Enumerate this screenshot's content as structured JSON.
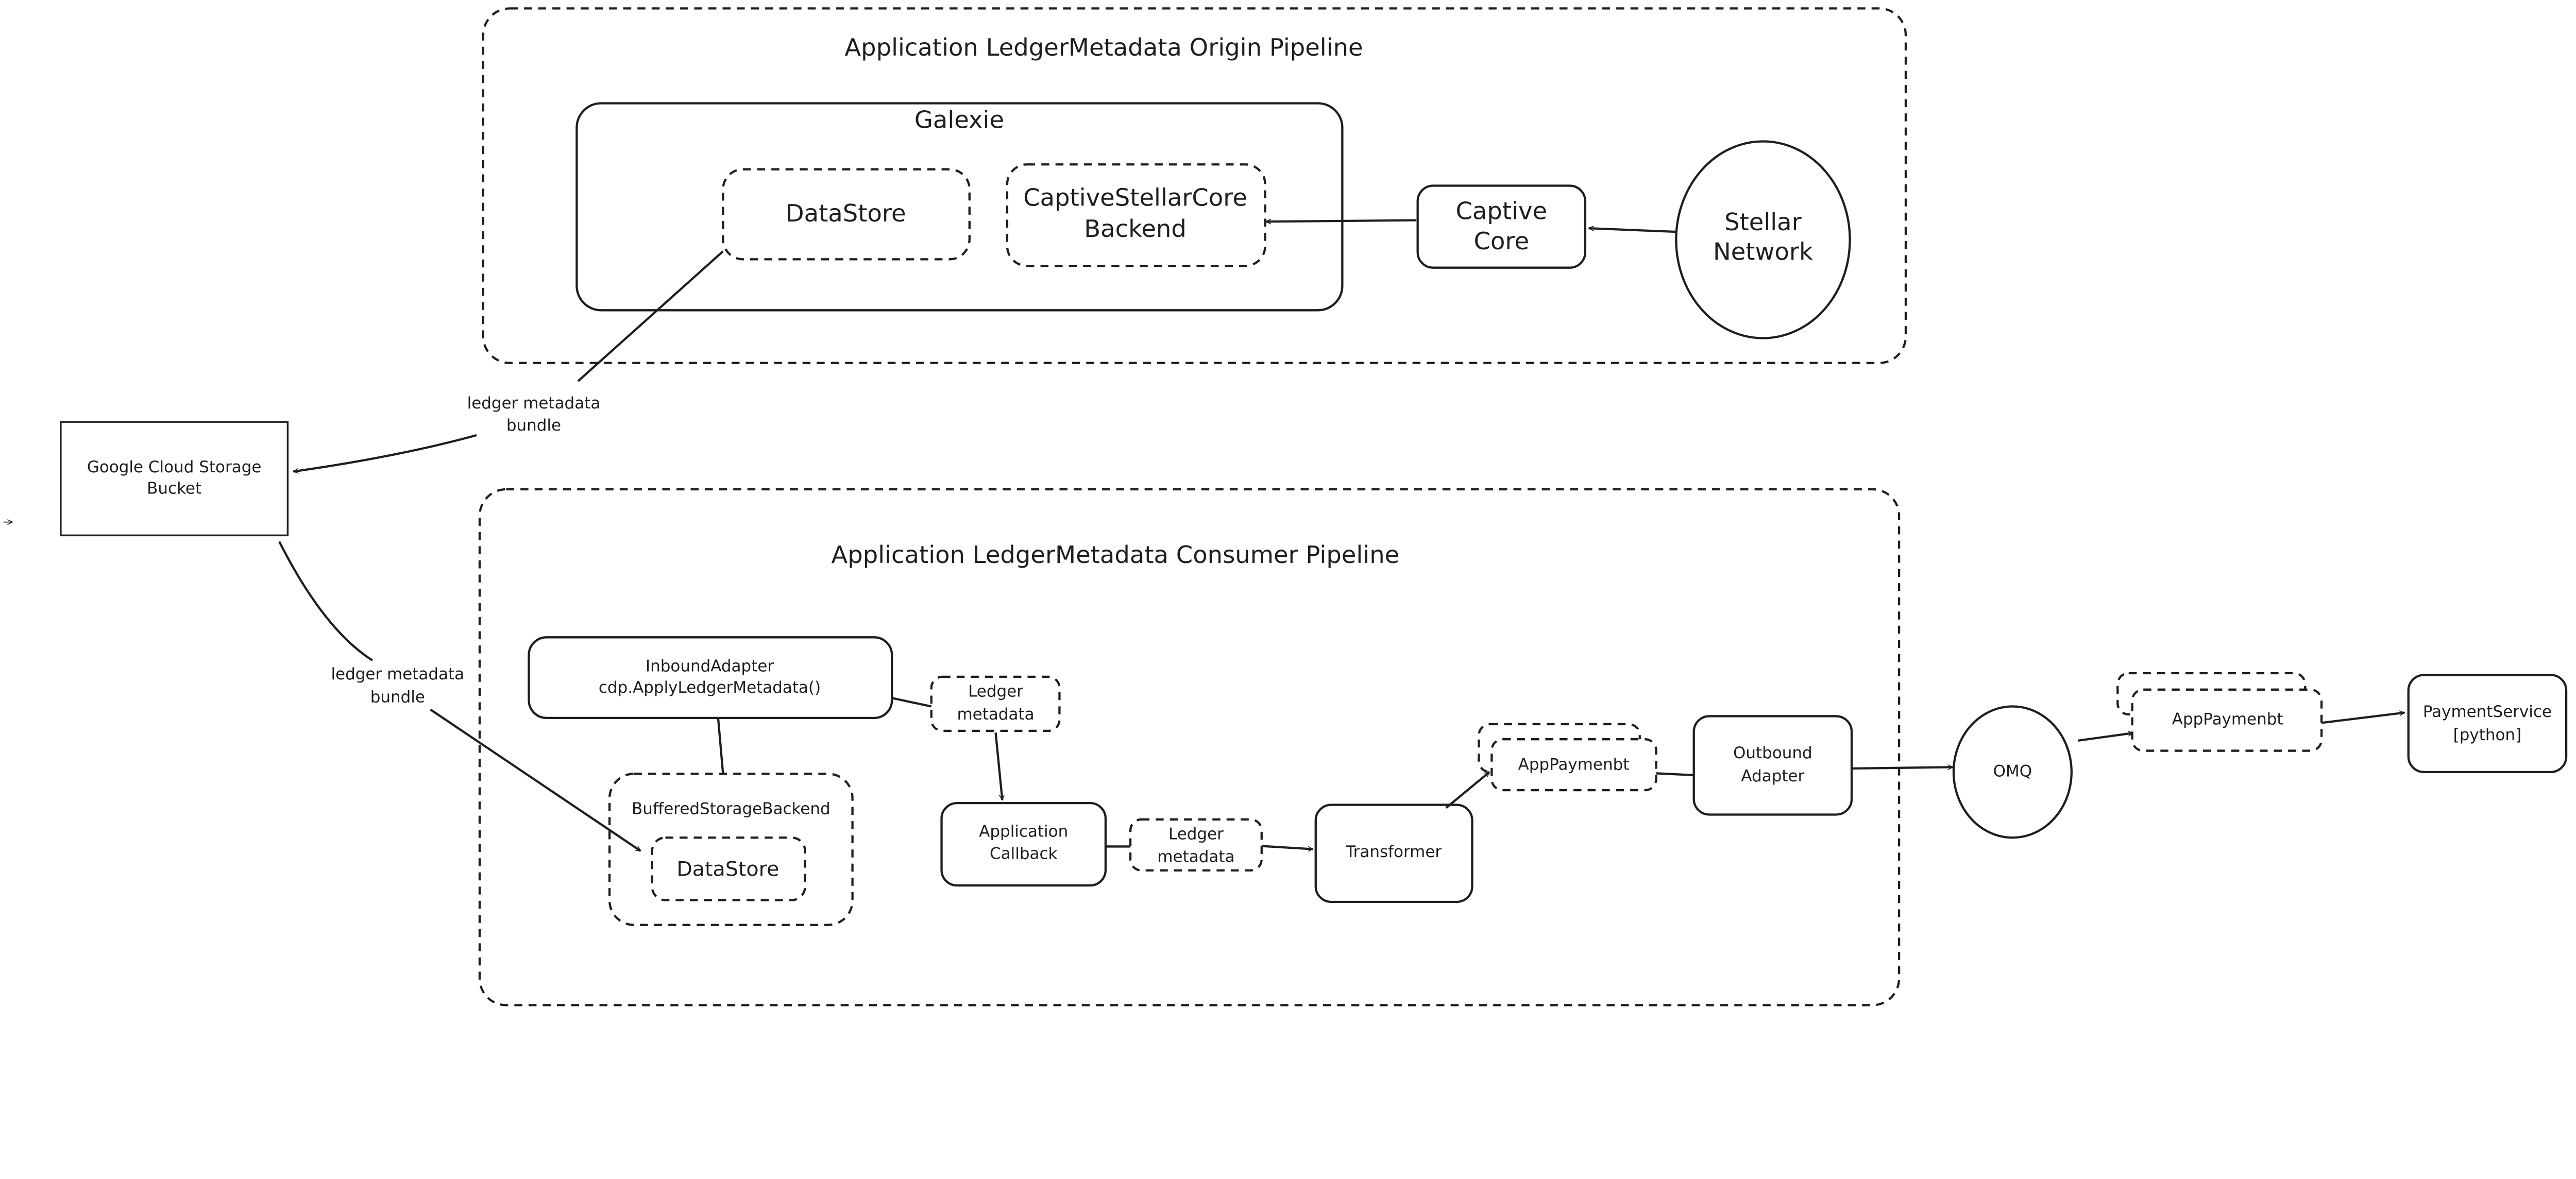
{
  "origin_pipeline": {
    "title": "Application LedgerMetadata Origin Pipeline",
    "galexie": {
      "label": "Galexie",
      "datastore": "DataStore",
      "backend_line1": "CaptiveStellarCore",
      "backend_line2": "Backend"
    },
    "captive_core": {
      "line1": "Captive",
      "line2": "Core"
    },
    "stellar_network": {
      "line1": "Stellar",
      "line2": "Network"
    }
  },
  "edge_labels": {
    "upload_line1": "ledger metadata",
    "upload_line2": "bundle",
    "download_line1": "ledger metadata",
    "download_line2": "bundle"
  },
  "gcs_bucket": {
    "line1": "Google Cloud Storage",
    "line2": "Bucket"
  },
  "consumer_pipeline": {
    "title": "Application LedgerMetadata Consumer Pipeline",
    "inbound_adapter": {
      "line1": "InboundAdapter",
      "line2": "cdp.ApplyLedgerMetadata()"
    },
    "buffered_backend": {
      "label": "BufferedStorageBackend",
      "datastore": "DataStore"
    },
    "ledger_metadata_1": {
      "line1": "Ledger",
      "line2": "metadata"
    },
    "app_callback": {
      "line1": "Application",
      "line2": "Callback"
    },
    "ledger_metadata_2": {
      "line1": "Ledger",
      "line2": "metadata"
    },
    "transformer": "Transformer",
    "app_payment_1": "AppPaymenbt",
    "outbound_adapter": {
      "line1": "Outbound",
      "line2": "Adapter"
    }
  },
  "omq": "OMQ",
  "app_payment_2": "AppPaymenbt",
  "payment_service": {
    "line1": "PaymentService",
    "line2": "[python]"
  },
  "colors": {
    "stroke": "#1e1e1e",
    "background": "#ffffff"
  }
}
